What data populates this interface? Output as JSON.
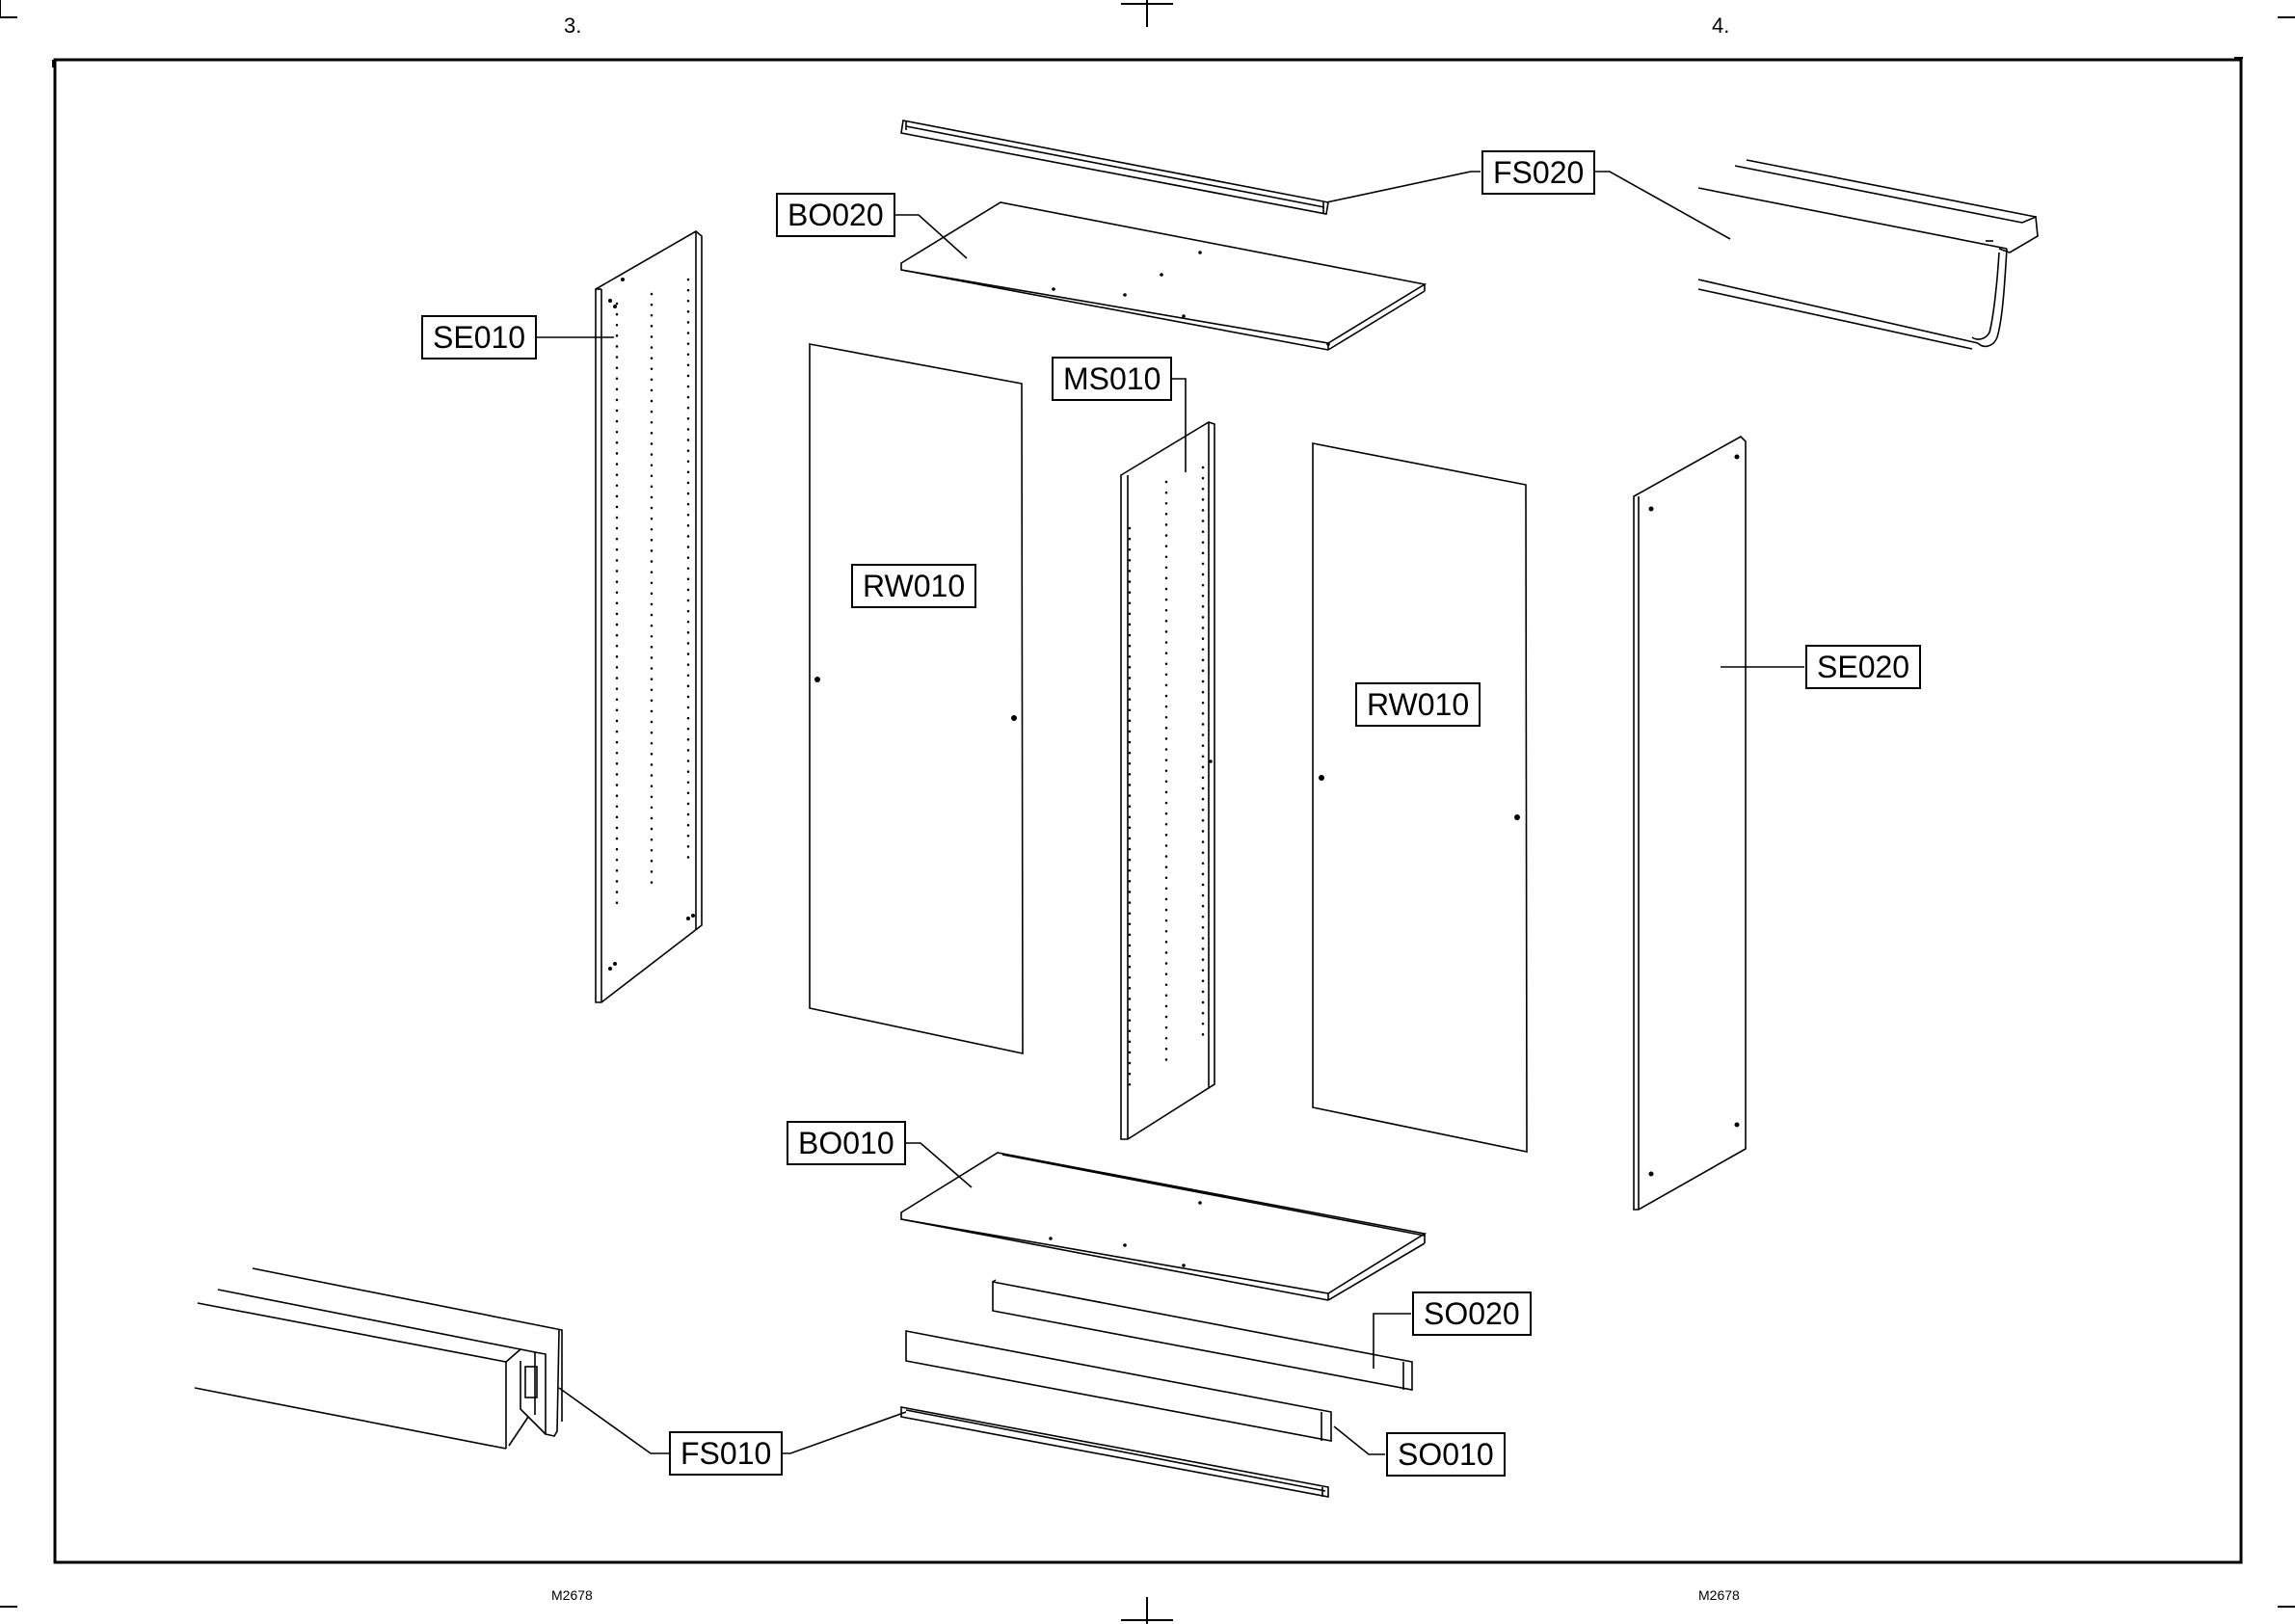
{
  "sheet": {
    "page_left": "3.",
    "page_right": "4.",
    "code_left": "M2678",
    "code_right": "M2678",
    "line_color": "#000000",
    "background": "#ffffff"
  },
  "parts": {
    "bo020": "BO020",
    "fs020": "FS020",
    "se010": "SE010",
    "ms010": "MS010",
    "rw010_left": "RW010",
    "rw010_right": "RW010",
    "se020": "SE020",
    "bo010": "BO010",
    "so020": "SO020",
    "fs010": "FS010",
    "so010": "SO010"
  }
}
